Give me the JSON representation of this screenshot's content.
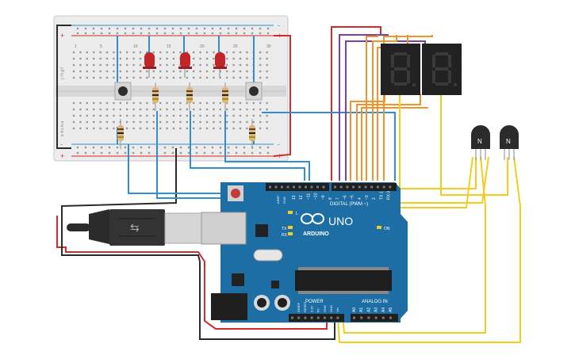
{
  "colors": {
    "red": "#d42a2a",
    "black": "#2b2b2b",
    "blue": "#2f8fd1",
    "purple": "#7b3fa8",
    "orange": "#f0932b",
    "yellow": "#f2cc1f",
    "board": "#1c6ea4",
    "breadboard": "#eeeeee",
    "led": "#c0262a",
    "segment": "#3a3a3a"
  },
  "breadboard": {
    "col_left": "1",
    "col_5": "5",
    "col_10": "10",
    "col_15": "15",
    "col_20": "20",
    "col_25": "25",
    "col_30": "30",
    "rows_top": "j i h g f",
    "rows_bottom": "e d c b a",
    "plus": "+",
    "minus": "-"
  },
  "arduino": {
    "brand": "ARDUINO",
    "model": "UNO",
    "digital_label": "DIGITAL (PWM ~)",
    "power_label": "POWER",
    "analog_label": "ANALOG IN",
    "led_l": "L",
    "led_tx": "TX",
    "led_rx": "RX",
    "led_on": "ON",
    "aref": "AREF",
    "gnd": "GND",
    "power_pins": [
      "IOREF",
      "RESET",
      "3.3V",
      "5V",
      "GND",
      "GND",
      "Vin"
    ],
    "analog_pins": [
      "A0",
      "A1",
      "A2",
      "A3",
      "A4",
      "A5"
    ],
    "digital_pins": [
      "13",
      "12",
      "~11",
      "~10",
      "~9",
      "8",
      "7",
      "~6",
      "~5",
      "4",
      "~3",
      "2",
      "TX 1",
      "RX 0"
    ]
  },
  "transistors": {
    "t1_label": "N",
    "t2_label": "N"
  }
}
